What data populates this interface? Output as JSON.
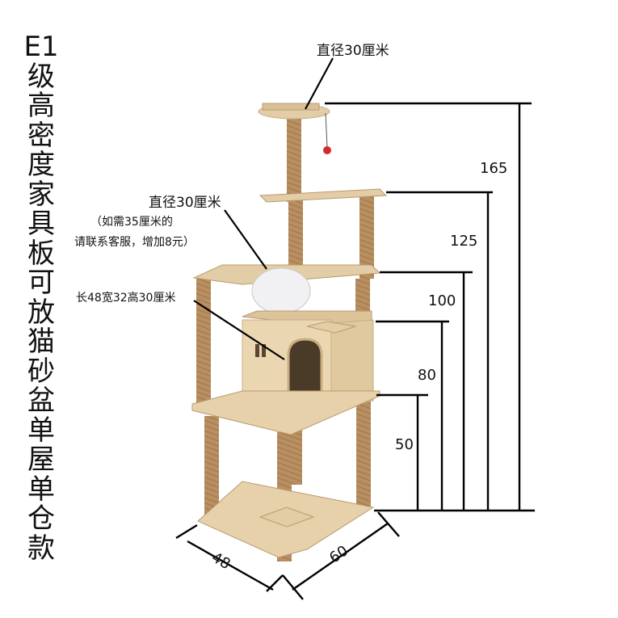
{
  "title": "E1级高密度家具板可放猫砂盆单屋单仓款",
  "labels": {
    "top_diameter": "直径30厘米",
    "bowl_diameter": "直径30厘米",
    "bowl_note_1": "（如需35厘米的",
    "bowl_note_2": "请联系客服，增加8元）",
    "house_size": "长48宽32高30厘米"
  },
  "heights": {
    "h165": "165",
    "h125": "125",
    "h100": "100",
    "h80": "80",
    "h50": "50"
  },
  "base": {
    "depth": "48",
    "width": "60"
  },
  "colors": {
    "wood": "#e3cda6",
    "wood_dark": "#c9ad82",
    "sisal": "#b98f61",
    "line": "#000000"
  }
}
